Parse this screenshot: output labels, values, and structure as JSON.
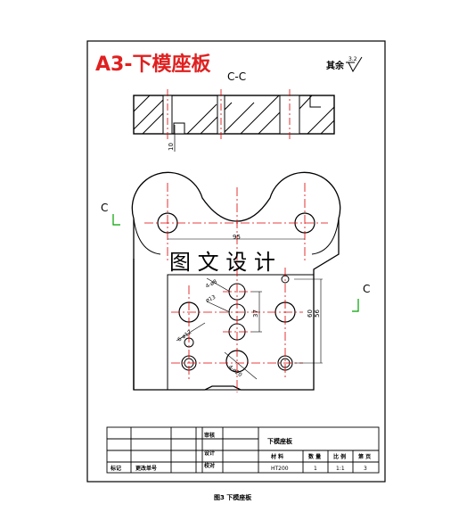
{
  "header": {
    "title": "A3-下模座板",
    "section_label": "C-C",
    "surface_note": "其余",
    "roughness_value": "3.2"
  },
  "section_markers": {
    "left": "C",
    "right": "C"
  },
  "dimensions": {
    "step_depth": "10",
    "width": "95",
    "hole_small": "ø13",
    "hole_tiny": "6-ø12",
    "center_dist": "37",
    "height_a": "60",
    "height_b": "56",
    "four_holes": "4-ø20",
    "corner": "4-ø8"
  },
  "watermark": "图 文 设 计",
  "title_block": {
    "part_name": "下模座板",
    "header_material": "材 料",
    "header_qty": "数 量",
    "header_scale": "比 例",
    "header_sheet": "第 页",
    "material": "HT200",
    "qty": "1",
    "scale": "1:1",
    "sheet": "3",
    "row_label_1": "审核",
    "row_label_2": "设计",
    "row_label_3": "校对",
    "row_label_4": "标记",
    "row_label_5": "更改单号"
  },
  "caption": "图3  下模座板",
  "colors": {
    "line": "#000000",
    "center_line": "#e00000",
    "marker": "#00a000",
    "title_red": "#e02020"
  }
}
